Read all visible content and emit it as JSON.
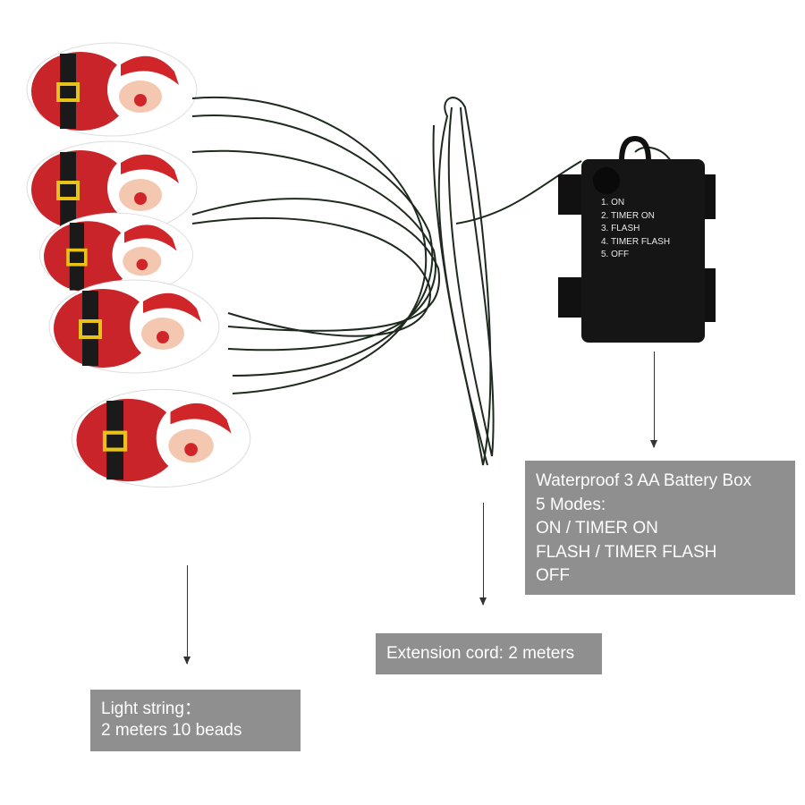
{
  "battery_box": {
    "modes_printed": [
      "1. ON",
      "2. TIMER ON",
      "3. FLASH",
      "4. TIMER FLASH",
      "5. OFF"
    ]
  },
  "callouts": {
    "battery": [
      "Waterproof 3 AA Battery Box",
      "5 Modes:",
      "ON / TIMER ON",
      "FLASH / TIMER FLASH",
      "OFF"
    ],
    "extension": "Extension cord: 2 meters",
    "light_string": [
      "Light string：",
      "2 meters 10 beads"
    ]
  },
  "colors": {
    "callout_bg": "#8f8f8f",
    "santa_red": "#d0262a",
    "box": "#151515"
  }
}
